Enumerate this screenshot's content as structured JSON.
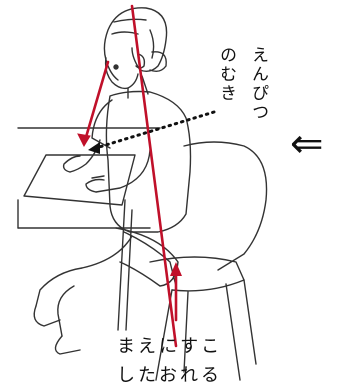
{
  "labels": {
    "pencil_direction_col1": "えんぴつ",
    "pencil_direction_col2": "のむき",
    "lean_forward_line1": "まえにすこ",
    "lean_forward_line2": "したおれる",
    "side_arrow": "⇐"
  },
  "colors": {
    "line": "#333333",
    "accent": "#c0102a",
    "dots": "#111111"
  }
}
